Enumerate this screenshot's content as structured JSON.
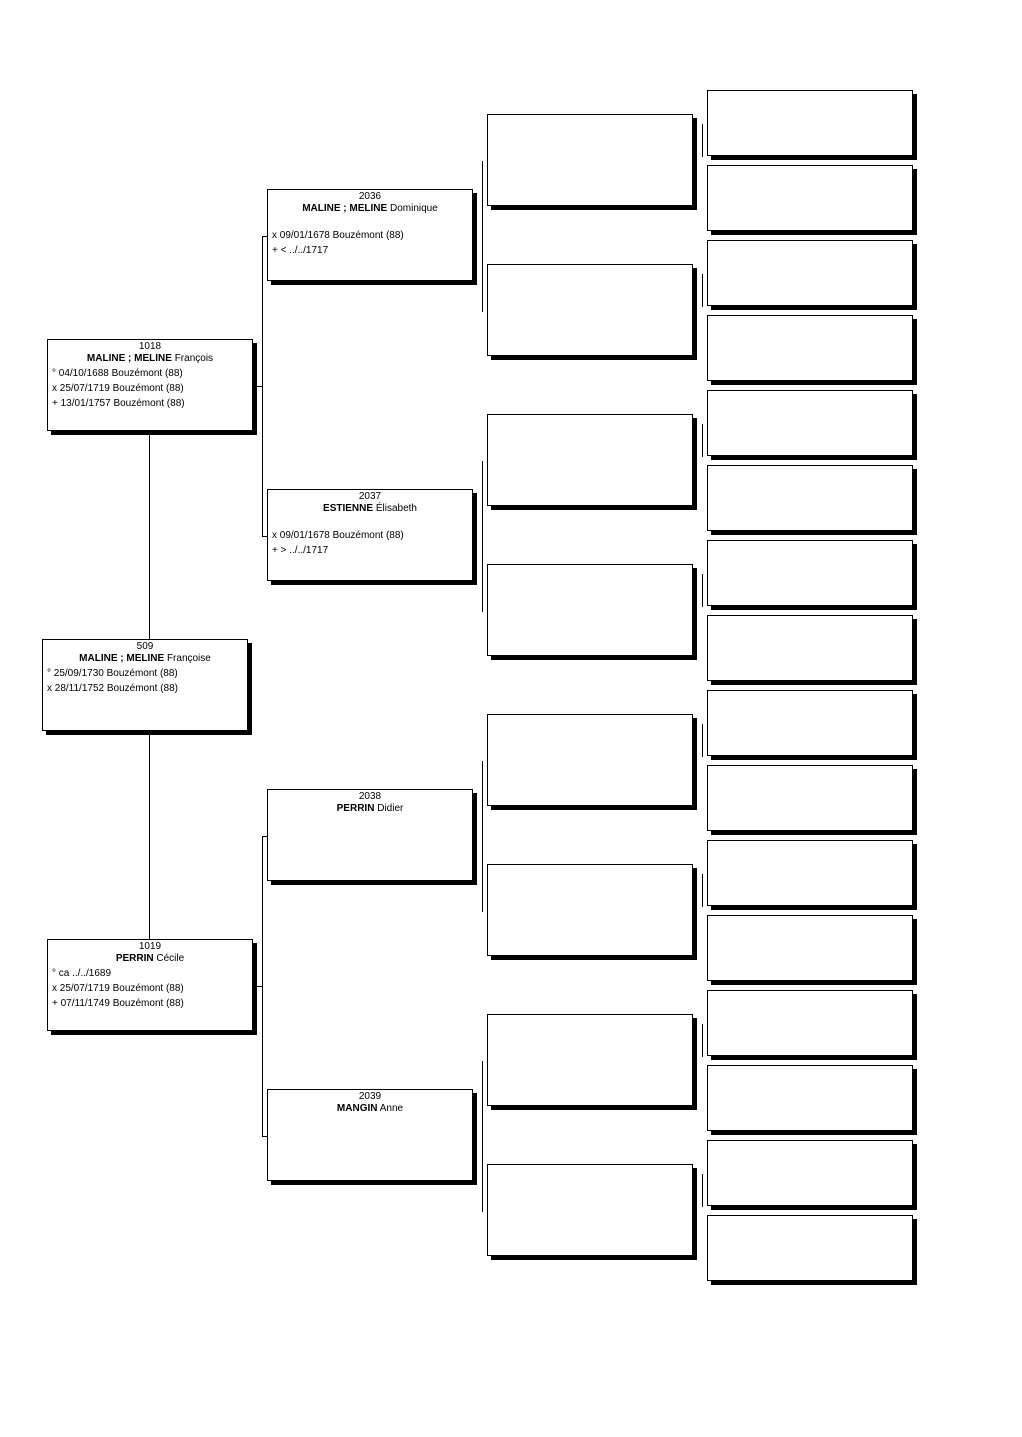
{
  "people": {
    "p509": {
      "number": "509",
      "surname": "MALINE ; MELINE",
      "given": "Françoise",
      "events": [
        "° 25/09/1730 Bouzémont (88)",
        "x 28/11/1752 Bouzémont (88)"
      ]
    },
    "p1018": {
      "number": "1018",
      "surname": "MALINE ; MELINE",
      "given": "François",
      "events": [
        "° 04/10/1688 Bouzémont (88)",
        "x 25/07/1719 Bouzémont (88)",
        "+ 13/01/1757 Bouzémont (88)"
      ]
    },
    "p1019": {
      "number": "1019",
      "surname": "PERRIN",
      "given": "Cécile",
      "events": [
        "° ca ../../1689",
        "x 25/07/1719 Bouzémont (88)",
        "+ 07/11/1749 Bouzémont (88)"
      ]
    },
    "p2036": {
      "number": "2036",
      "surname": "MALINE ; MELINE",
      "given": "Dominique",
      "events": [
        "x 09/01/1678 Bouzémont (88)",
        "+ < ../../1717"
      ]
    },
    "p2037": {
      "number": "2037",
      "surname": "ESTIENNE",
      "given": "Élisabeth",
      "events": [
        "x 09/01/1678 Bouzémont (88)",
        "+ > ../../1717"
      ]
    },
    "p2038": {
      "number": "2038",
      "surname": "PERRIN",
      "given": "Didier",
      "events": []
    },
    "p2039": {
      "number": "2039",
      "surname": "MANGIN",
      "given": "Anne",
      "events": []
    }
  }
}
